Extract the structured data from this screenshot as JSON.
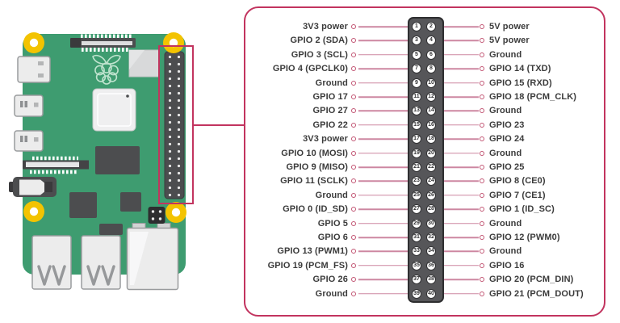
{
  "colors": {
    "accent_crimson": "#C2345F",
    "connector_line_pink": "#CD87A1",
    "connector_dot_pink": "#C25573",
    "board_green": "#3E9C70",
    "mount_yellow": "#F3C301",
    "component_gray": "#4C4D4F",
    "port_gray": "#ECECEC",
    "header_strip_gray": "#565659",
    "label_text": "#3B3B3B"
  },
  "pinout": {
    "rows": [
      {
        "left_label": "3V3 power",
        "left_pin": "1",
        "right_pin": "2",
        "right_label": "5V power"
      },
      {
        "left_label": "GPIO 2 (SDA)",
        "left_pin": "3",
        "right_pin": "4",
        "right_label": "5V power"
      },
      {
        "left_label": "GPIO 3 (SCL)",
        "left_pin": "5",
        "right_pin": "6",
        "right_label": "Ground"
      },
      {
        "left_label": "GPIO 4 (GPCLK0)",
        "left_pin": "7",
        "right_pin": "8",
        "right_label": "GPIO 14 (TXD)"
      },
      {
        "left_label": "Ground",
        "left_pin": "9",
        "right_pin": "10",
        "right_label": "GPIO 15 (RXD)"
      },
      {
        "left_label": "GPIO 17",
        "left_pin": "11",
        "right_pin": "12",
        "right_label": "GPIO 18 (PCM_CLK)"
      },
      {
        "left_label": "GPIO 27",
        "left_pin": "13",
        "right_pin": "14",
        "right_label": "Ground"
      },
      {
        "left_label": "GPIO 22",
        "left_pin": "15",
        "right_pin": "16",
        "right_label": "GPIO 23"
      },
      {
        "left_label": "3V3 power",
        "left_pin": "17",
        "right_pin": "18",
        "right_label": "GPIO 24"
      },
      {
        "left_label": "GPIO 10 (MOSI)",
        "left_pin": "19",
        "right_pin": "20",
        "right_label": "Ground"
      },
      {
        "left_label": "GPIO 9 (MISO)",
        "left_pin": "21",
        "right_pin": "22",
        "right_label": "GPIO 25"
      },
      {
        "left_label": "GPIO 11 (SCLK)",
        "left_pin": "23",
        "right_pin": "24",
        "right_label": "GPIO 8 (CE0)"
      },
      {
        "left_label": "Ground",
        "left_pin": "25",
        "right_pin": "26",
        "right_label": "GPIO 7 (CE1)"
      },
      {
        "left_label": "GPIO 0 (ID_SD)",
        "left_pin": "27",
        "right_pin": "28",
        "right_label": "GPIO 1 (ID_SC)"
      },
      {
        "left_label": "GPIO 5",
        "left_pin": "29",
        "right_pin": "30",
        "right_label": "Ground"
      },
      {
        "left_label": "GPIO 6",
        "left_pin": "31",
        "right_pin": "32",
        "right_label": "GPIO 12 (PWM0)"
      },
      {
        "left_label": "GPIO 13 (PWM1)",
        "left_pin": "33",
        "right_pin": "34",
        "right_label": "Ground"
      },
      {
        "left_label": "GPIO 19 (PCM_FS)",
        "left_pin": "35",
        "right_pin": "36",
        "right_label": "GPIO 16"
      },
      {
        "left_label": "GPIO 26",
        "left_pin": "37",
        "right_pin": "38",
        "right_label": "GPIO 20 (PCM_DIN)"
      },
      {
        "left_label": "Ground",
        "left_pin": "39",
        "right_pin": "40",
        "right_label": "GPIO 21 (PCM_DOUT)"
      }
    ]
  }
}
